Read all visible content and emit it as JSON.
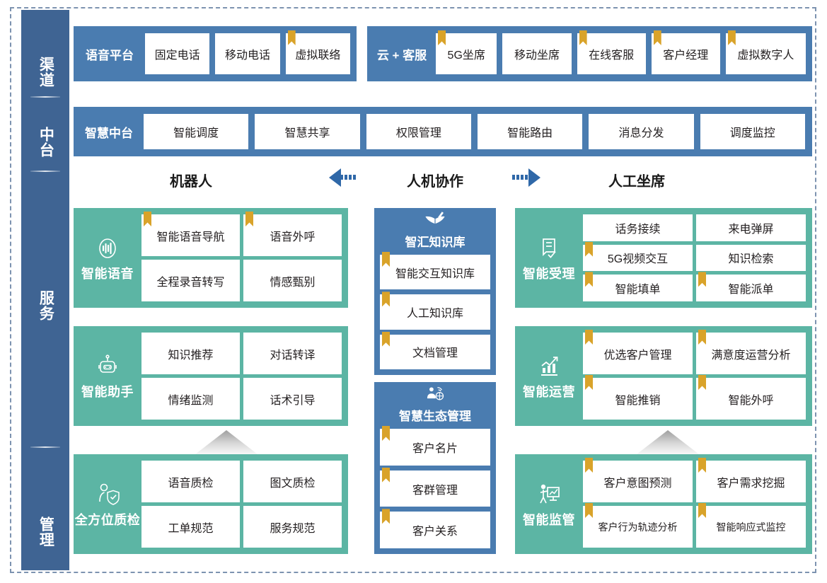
{
  "sidebar": {
    "sections": [
      {
        "label": "渠道"
      },
      {
        "label": "中台"
      },
      {
        "label": "服务"
      },
      {
        "label": "管理"
      }
    ]
  },
  "channel_row": {
    "groups": [
      {
        "label": "语音平台",
        "items": [
          {
            "label": "固定电话",
            "flag": false
          },
          {
            "label": "移动电话",
            "flag": false
          },
          {
            "label": "虚拟联络",
            "flag": true
          }
        ]
      },
      {
        "label": "云 + 客服",
        "items": [
          {
            "label": "5G坐席",
            "flag": true
          },
          {
            "label": "移动坐席",
            "flag": false
          },
          {
            "label": "在线客服",
            "flag": true
          },
          {
            "label": "客户经理",
            "flag": true
          },
          {
            "label": "虚拟数字人",
            "flag": true
          }
        ]
      }
    ]
  },
  "platform_row": {
    "label": "智慧中台",
    "items": [
      {
        "label": "智能调度",
        "flag": false
      },
      {
        "label": "智慧共享",
        "flag": false
      },
      {
        "label": "权限管理",
        "flag": false
      },
      {
        "label": "智能路由",
        "flag": false
      },
      {
        "label": "消息分发",
        "flag": false
      },
      {
        "label": "调度监控",
        "flag": false
      }
    ]
  },
  "column_headers": {
    "left": "机器人",
    "center": "人机协作",
    "right": "人工坐席"
  },
  "left_panels": [
    {
      "title": "智能语音",
      "icon": "voice-wave-icon",
      "items": [
        {
          "label": "智能语音导航",
          "flag": true
        },
        {
          "label": "语音外呼",
          "flag": true
        },
        {
          "label": "全程录音转写",
          "flag": false
        },
        {
          "label": "情感甄别",
          "flag": false
        }
      ]
    },
    {
      "title": "智能助手",
      "icon": "robot-icon",
      "items": [
        {
          "label": "知识推荐",
          "flag": false
        },
        {
          "label": "对话转译",
          "flag": false
        },
        {
          "label": "情绪监测",
          "flag": false
        },
        {
          "label": "话术引导",
          "flag": false
        }
      ]
    },
    {
      "title": "全方位质检",
      "icon": "person-shield-icon",
      "items": [
        {
          "label": "语音质检",
          "flag": false
        },
        {
          "label": "图文质检",
          "flag": false
        },
        {
          "label": "工单规范",
          "flag": false
        },
        {
          "label": "服务规范",
          "flag": false
        }
      ]
    }
  ],
  "center_panels": [
    {
      "title": "智汇知识库",
      "icon": "book-pen-icon",
      "items": [
        {
          "label": "智能交互知识库",
          "flag": true
        },
        {
          "label": "人工知识库",
          "flag": true
        },
        {
          "label": "文档管理",
          "flag": true
        }
      ]
    },
    {
      "title": "智慧生态管理",
      "icon": "person-network-icon",
      "items": [
        {
          "label": "客户名片",
          "flag": true
        },
        {
          "label": "客群管理",
          "flag": true
        },
        {
          "label": "客户关系",
          "flag": true
        }
      ]
    }
  ],
  "right_panels": [
    {
      "title": "智能受理",
      "icon": "document-check-icon",
      "items": [
        {
          "label": "话务接续",
          "flag": false
        },
        {
          "label": "来电弹屏",
          "flag": false
        },
        {
          "label": "5G视频交互",
          "flag": true
        },
        {
          "label": "知识检索",
          "flag": false
        },
        {
          "label": "智能填单",
          "flag": true
        },
        {
          "label": "智能派单",
          "flag": true
        }
      ]
    },
    {
      "title": "智能运营",
      "icon": "bar-chart-icon",
      "items": [
        {
          "label": "优选客户管理",
          "flag": true
        },
        {
          "label": "满意度运营分析",
          "flag": true
        },
        {
          "label": "智能推销",
          "flag": true
        },
        {
          "label": "智能外呼",
          "flag": true
        }
      ]
    },
    {
      "title": "智能监管",
      "icon": "presenter-chart-icon",
      "items": [
        {
          "label": "客户意图预测",
          "flag": true
        },
        {
          "label": "客户需求挖掘",
          "flag": true
        },
        {
          "label": "客户行为轨迹分析",
          "flag": true
        },
        {
          "label": "智能响应式监控",
          "flag": true
        }
      ]
    }
  ],
  "colors": {
    "sidebar_blue": "#3f6493",
    "header_blue": "#4a7cb0",
    "panel_green": "#5cb5a4",
    "flag_gold": "#d9a32a",
    "arrow_blue": "#2f68a8",
    "chevron_gray": "#bdbdbd"
  }
}
